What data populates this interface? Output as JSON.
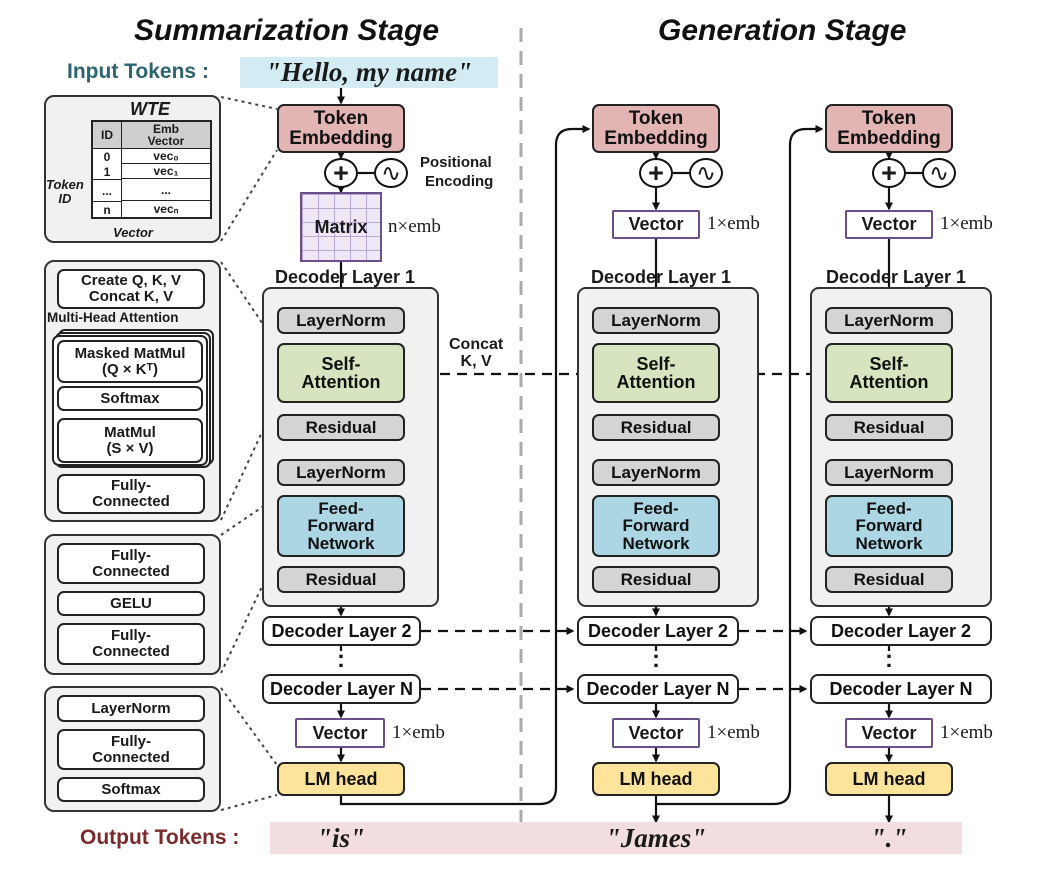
{
  "titles": {
    "summarization": "Summarization Stage",
    "generation": "Generation Stage"
  },
  "input": {
    "label": "Input Tokens :",
    "text": "\"Hello, my name\""
  },
  "output": {
    "label": "Output Tokens :",
    "tokens": [
      "\"is\"",
      "\"James\"",
      "\".\""
    ]
  },
  "blocks": {
    "token_embedding_1": "Token",
    "token_embedding_2": "Embedding",
    "positional_1": "Positional",
    "positional_2": "Encoding",
    "matrix": "Matrix",
    "matrix_dim": "n×emb",
    "vector": "Vector",
    "vector_dim": "1×emb",
    "decoder_layer_1": "Decoder Layer 1",
    "decoder_layer_2": "Decoder Layer 2",
    "decoder_layer_n": "Decoder Layer N",
    "dots": ":",
    "layernorm": "LayerNorm",
    "self_attn_1": "Self-",
    "self_attn_2": "Attention",
    "residual": "Residual",
    "ffn_1": "Feed-",
    "ffn_2": "Forward",
    "ffn_3": "Network",
    "lm_head": "LM head",
    "concat_1": "Concat",
    "concat_2": "K, V",
    "plus": "+",
    "wave": "∿"
  },
  "wte": {
    "title": "WTE",
    "col_id": "ID",
    "col_emb_1": "Emb",
    "col_emb_2": "Vector",
    "rows": [
      {
        "id": "0",
        "vec": "vec₀"
      },
      {
        "id": "1",
        "vec": "vec₁"
      },
      {
        "id": "...",
        "vec": "..."
      },
      {
        "id": "n",
        "vec": "vecₙ"
      }
    ],
    "token_id_1": "Token",
    "token_id_2": "ID",
    "vector_label": "Vector"
  },
  "attention_detail": {
    "create_1": "Create Q, K, V",
    "create_2": "Concat K, V",
    "mha": "Multi-Head Attention",
    "masked_1": "Masked MatMul",
    "masked_2": "(Q × Kᵀ)",
    "softmax": "Softmax",
    "matmul_1": "MatMul",
    "matmul_2": "(S × V)",
    "fc_1": "Fully-",
    "fc_2": "Connected"
  },
  "ffn_detail": {
    "fc_1": "Fully-",
    "fc_2": "Connected",
    "gelu": "GELU"
  },
  "lmhead_detail": {
    "layernorm": "LayerNorm",
    "fc_1": "Fully-",
    "fc_2": "Connected",
    "softmax": "Softmax"
  },
  "colors": {
    "embedding": "#e3b4b4",
    "attention": "#d6e4c0",
    "ffn": "#acd6e4",
    "residual": "#d4d4d4",
    "lm_head": "#fde49a",
    "input_bar": "#d3ecf4",
    "output_bar": "#f2dede",
    "vector_border": "#6a4f8a",
    "input_label": "#2d6470",
    "output_label": "#7a2a2a"
  }
}
